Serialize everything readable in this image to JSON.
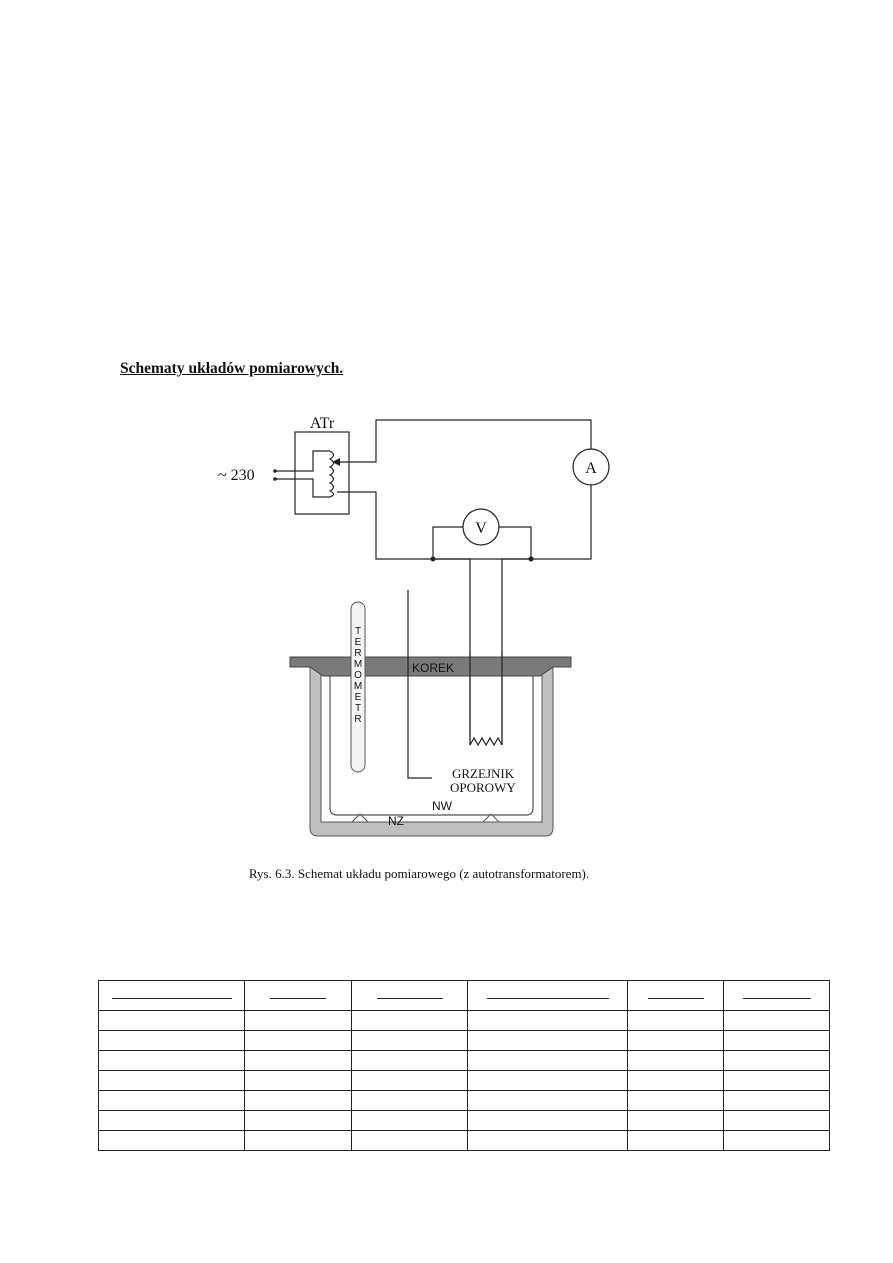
{
  "section_heading": "Schematy układów pomiarowych.",
  "diagram": {
    "autotransformer_label": "ATr",
    "supply_label": "~ 230",
    "ammeter_label": "A",
    "voltmeter_label": "V",
    "thermometer_label": "TERMOMETR",
    "thermometer_letters": [
      "T",
      "E",
      "R",
      "M",
      "O",
      "M",
      "E",
      "T",
      "R"
    ],
    "lid_label": "KOREK",
    "heater_label_line1": "GRZEJNIK",
    "heater_label_line2": "OPOROWY",
    "inner_vessel_label": "NW",
    "outer_vessel_label": "NZ"
  },
  "caption": "Rys. 6.3. Schemat układu pomiarowego (z autotransformatorem).",
  "table": {
    "columns": 6,
    "data_rows": 7
  }
}
